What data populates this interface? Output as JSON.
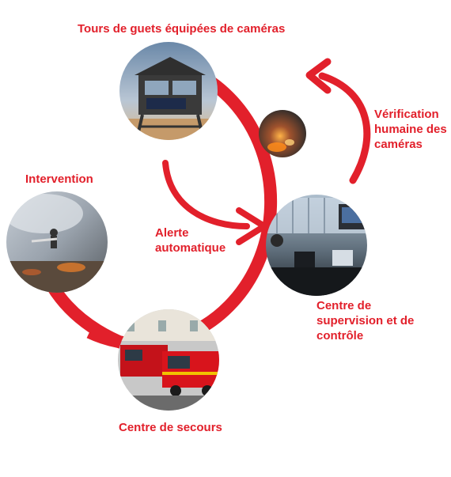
{
  "colors": {
    "accent_red": "#e2202b",
    "background": "#ffffff"
  },
  "nodes": [
    {
      "id": "tower",
      "label": "Tours de guets équipées de caméras",
      "icon": "watchtower-photo-icon"
    },
    {
      "id": "verification",
      "label": "Vérification\nhumaine des\ncaméras",
      "icon": "forest-fire-photo-icon"
    },
    {
      "id": "control",
      "label": "Centre de\nsupervision et de\ncontrôle",
      "icon": "control-room-photo-icon"
    },
    {
      "id": "rescue",
      "label": "Centre de secours",
      "icon": "fire-trucks-photo-icon"
    },
    {
      "id": "intervention",
      "label": "Intervention",
      "icon": "firefighting-smoke-photo-icon"
    }
  ],
  "arrows": [
    {
      "from": "tower",
      "to": "control",
      "label": "Alerte\nautomatique"
    },
    {
      "from": "control",
      "to": "tower",
      "label": ""
    }
  ]
}
